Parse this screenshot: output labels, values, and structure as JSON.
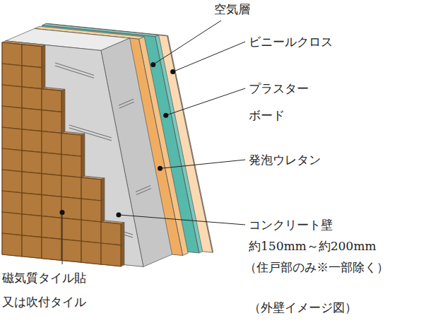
{
  "diagram": {
    "caption": "（外壁イメージ図）",
    "labels": [
      "空気層",
      "ビニールクロス",
      "プラスター ボード",
      "発泡ウレタン",
      "コンクリート壁",
      "約150mm～約200mm",
      "（住戸部のみ※一部除く）",
      "磁気質タイル貼 又は吹付タイル"
    ]
  }
}
